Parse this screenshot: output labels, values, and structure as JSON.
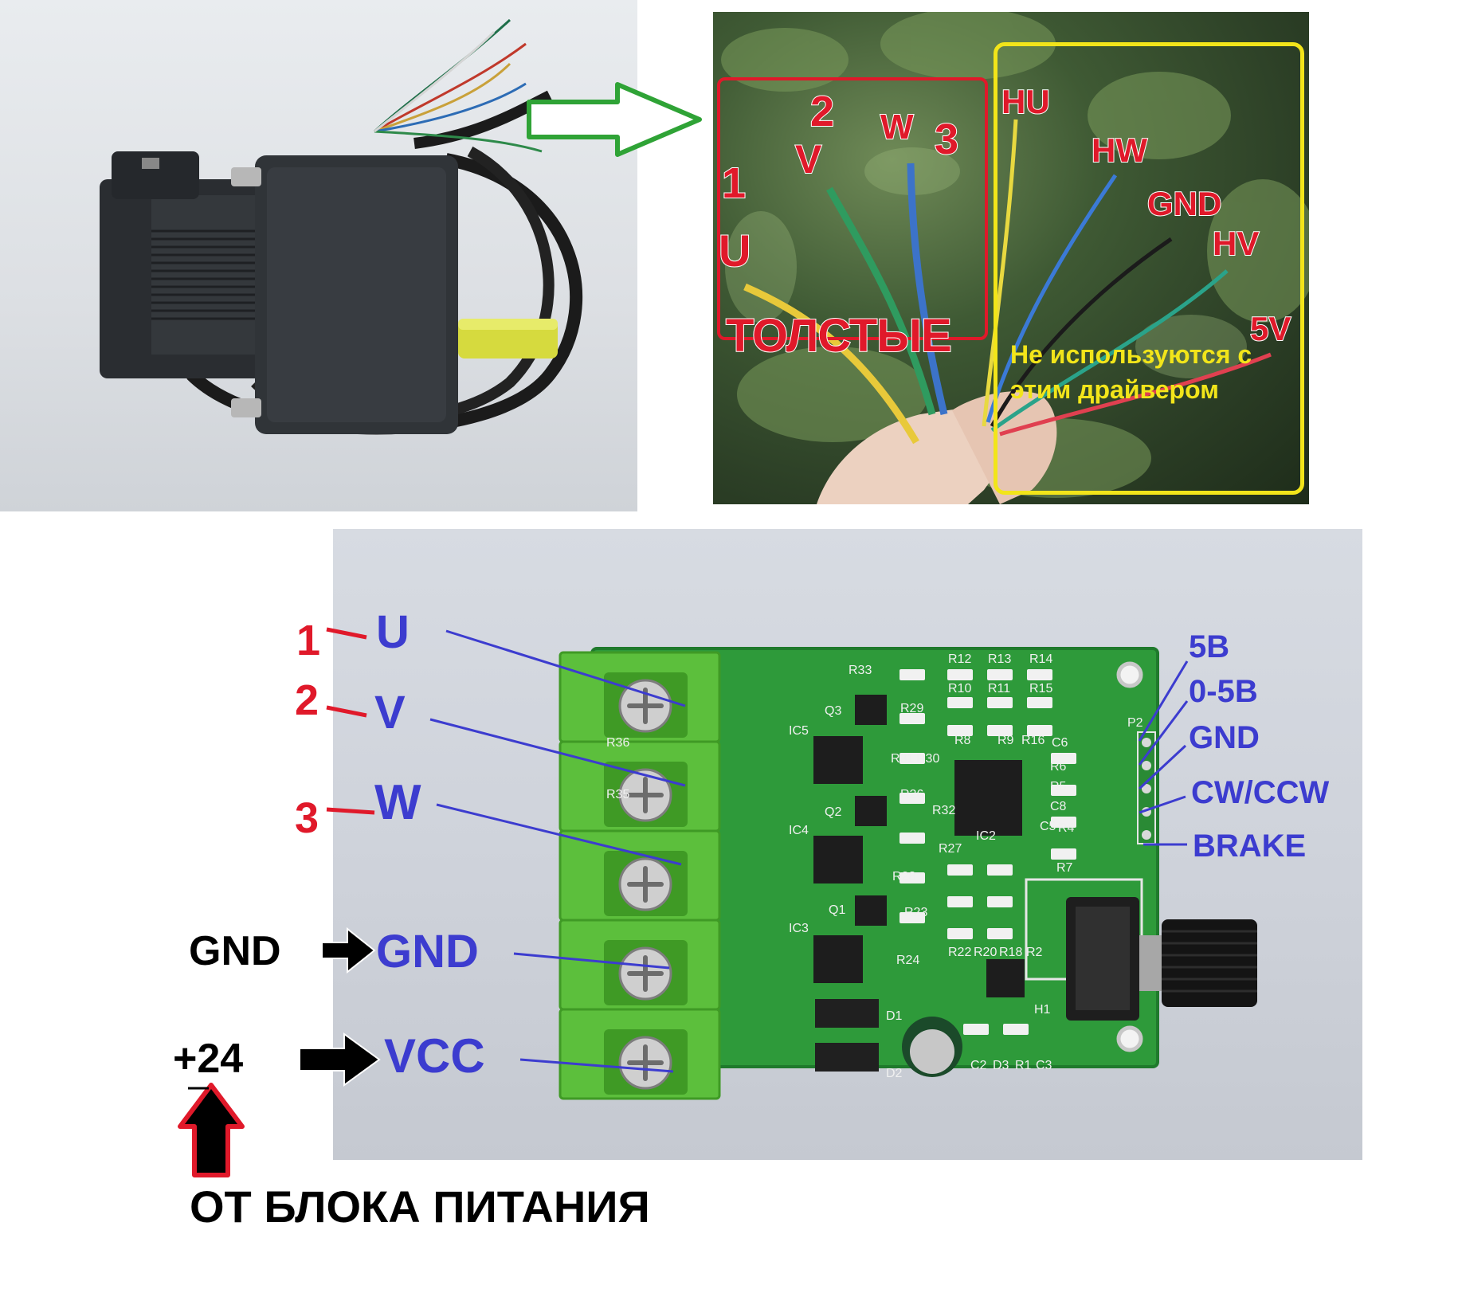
{
  "colors": {
    "red_label": "#e0192a",
    "blue_label": "#3c3ccf",
    "yellow_label": "#f2e51a",
    "green_arrow": "#2fa336",
    "pcb_green": "#2e9a3a",
    "terminal_green": "#5cbf3c"
  },
  "photo_top_right": {
    "numbers": [
      "1",
      "2",
      "3"
    ],
    "phase_labels": [
      "U",
      "V",
      "W"
    ],
    "thick_wires_label": "ТОЛСТЫЕ",
    "hall_labels": [
      "HU",
      "HW",
      "GND",
      "HV",
      "5V"
    ],
    "note": "Не используются с этим драйвером"
  },
  "board": {
    "phases": [
      {
        "number": "1",
        "label": "U"
      },
      {
        "number": "2",
        "label": "V"
      },
      {
        "number": "3",
        "label": "W"
      }
    ],
    "gnd_source": "GND",
    "gnd_terminal": "GND",
    "vcc_source": "+24",
    "vcc_terminal": "VCC",
    "power_supply": "ОТ БЛОКА ПИТАНИЯ",
    "header_pins": [
      "5В",
      "0-5В",
      "GND",
      "CW/CCW",
      "BRAKE"
    ],
    "silkscreen": [
      "R33",
      "R36",
      "R35",
      "IC5",
      "IC4",
      "IC3",
      "IC2",
      "Q3",
      "Q2",
      "Q1",
      "R29",
      "R31",
      "R30",
      "R26",
      "R32",
      "R28",
      "R27",
      "R23",
      "R24",
      "R22",
      "R20",
      "R18",
      "R2",
      "C2",
      "D3",
      "R1",
      "C3",
      "C6",
      "C5",
      "C8",
      "R6",
      "R5",
      "R4",
      "R7",
      "R8",
      "R9",
      "R16",
      "R10",
      "R11",
      "R12",
      "R13",
      "R14",
      "R15",
      "P2",
      "H1",
      "D2",
      "D1"
    ]
  }
}
